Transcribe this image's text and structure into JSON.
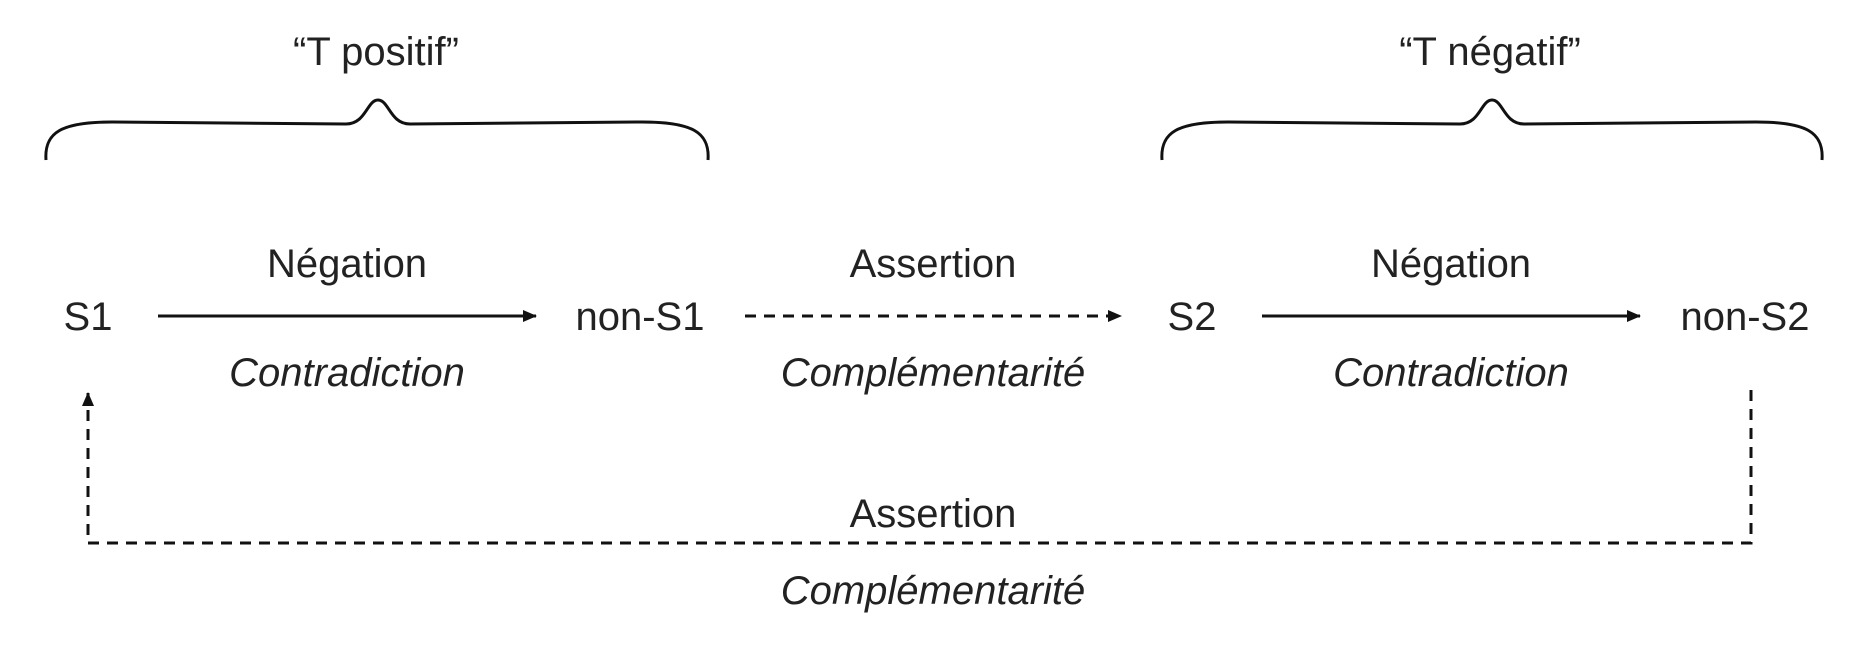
{
  "groups": {
    "positive": {
      "label": "“T positif”"
    },
    "negative": {
      "label": "“T négatif”"
    }
  },
  "nodes": {
    "s1": "S1",
    "non_s1": "non-S1",
    "s2": "S2",
    "non_s2": "non-S2"
  },
  "edges": {
    "s1_to_nons1": {
      "top": "Négation",
      "bottom": "Contradiction",
      "style": "solid"
    },
    "nons1_to_s2": {
      "top": "Assertion",
      "bottom": "Complémentarité",
      "style": "dashed"
    },
    "s2_to_nons2": {
      "top": "Négation",
      "bottom": "Contradiction",
      "style": "solid"
    },
    "nons2_to_s1": {
      "top": "Assertion",
      "bottom": "Complémentarité",
      "style": "dashed"
    }
  },
  "colors": {
    "ink": "#111111",
    "text": "#222222",
    "background": "#ffffff"
  }
}
